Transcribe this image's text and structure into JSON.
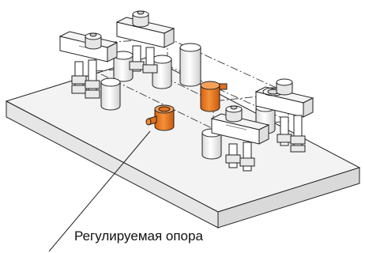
{
  "caption": "Регулируемая опора",
  "colors": {
    "plate_top": "#f2f2f2",
    "plate_side": "#e3e3e3",
    "outline": "#222222",
    "support_orange": "#f07b1e",
    "support_orange_dark": "#c85d0c",
    "part_white": "#ffffff",
    "hatch": "#9a9a9a"
  },
  "icons": [
    "fixture-plate",
    "clamp",
    "locating-pin",
    "adjustable-support",
    "leader-line"
  ]
}
